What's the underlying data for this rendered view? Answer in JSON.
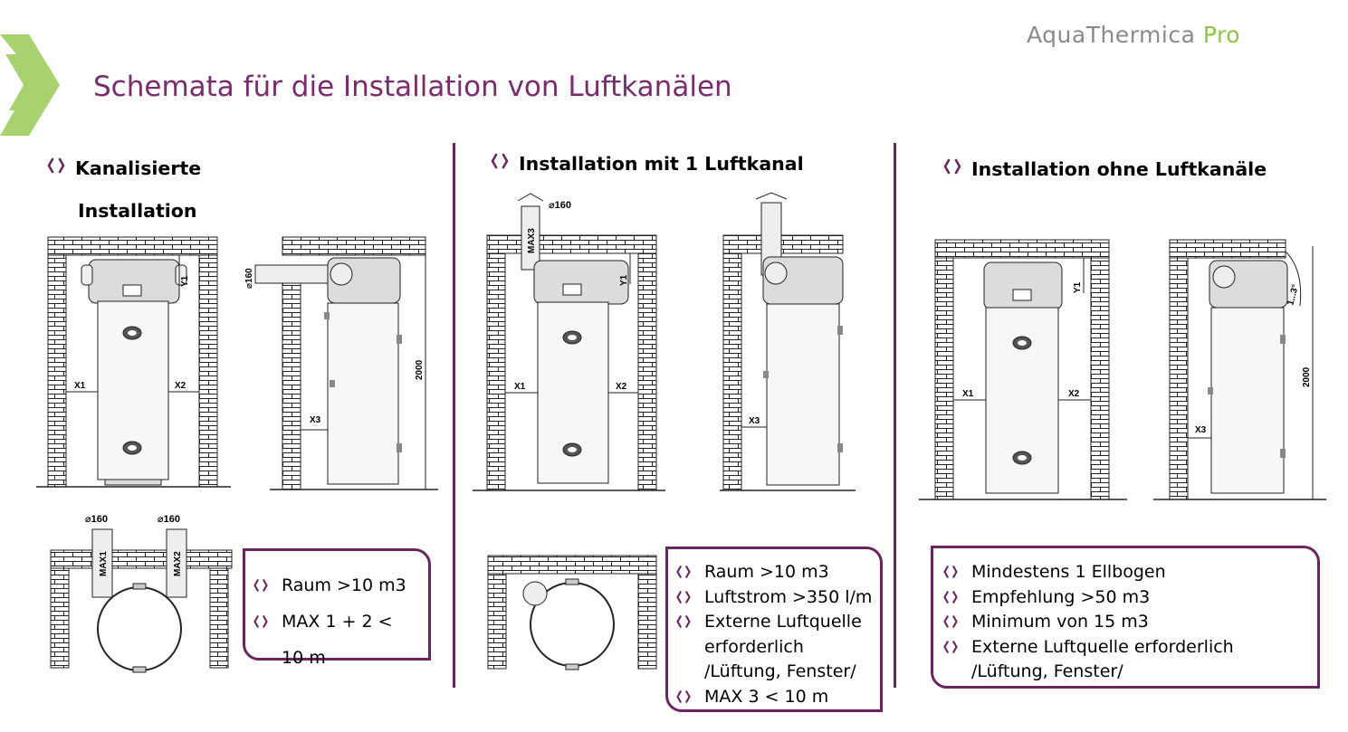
{
  "brand": {
    "name_main": "AquaThermica",
    "name_accent": "Pro",
    "accent_color": "#8cc63f"
  },
  "page_title": "Schemata für die Installation von Luftkanälen",
  "colors": {
    "title": "#7b2a6e",
    "frame": "#6b2460"
  },
  "sections": [
    {
      "heading_line1": "Kanalisierte",
      "heading_line2": "Installation",
      "notes": [
        "Raum >10 m3",
        "MAX 1 + 2 < 10 m"
      ],
      "labels": {
        "x1": "X1",
        "x2": "X2",
        "x3": "X3",
        "y1": "Y1",
        "dia": "⌀160",
        "dia2": "⌀160",
        "dia3": "⌀160",
        "height": "2000",
        "max1": "MAX1",
        "max2": "MAX2"
      }
    },
    {
      "heading": "Installation mit 1 Luftkanal",
      "notes": [
        "Raum >10 m3",
        "Luftstrom >350 l/m",
        "Externe Luftquelle erforderlich /Lüftung, Fenster/",
        "MAX 3 < 10 m"
      ],
      "labels": {
        "x1": "X1",
        "x2": "X2",
        "x3": "X3",
        "y1": "Y1",
        "dia": "⌀160",
        "max3": "MAX3"
      }
    },
    {
      "heading": "Installation ohne Luftkanäle",
      "notes": [
        "Mindestens 1 Ellbogen",
        "Empfehlung >50 m3",
        "Minimum von 15 m3",
        "Externe Luftquelle erforderlich /Lüftung, Fenster/"
      ],
      "labels": {
        "x1": "X1",
        "x2": "X2",
        "x3": "X3",
        "y1": "Y1",
        "height": "2000",
        "angle": "1...3°"
      }
    }
  ]
}
